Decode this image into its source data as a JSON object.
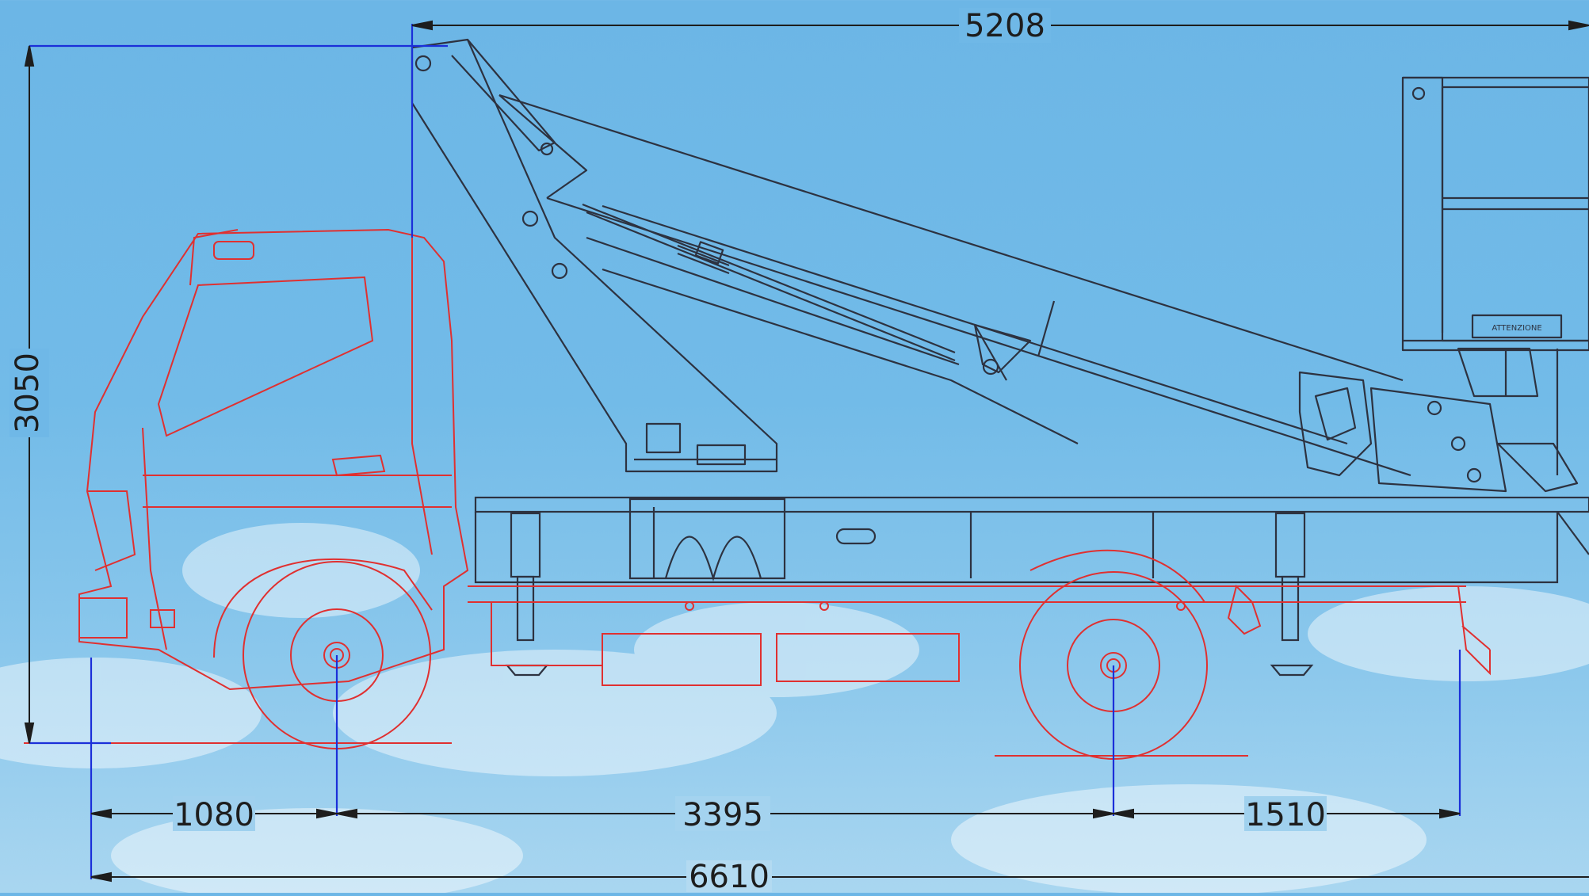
{
  "dimensions": {
    "overall_length": "6610",
    "front_overhang": "1080",
    "wheelbase": "3395",
    "rear_overhang": "1510",
    "overall_height": "3050",
    "boom_reach": "5208"
  },
  "basket_label": "ATTENZIONE",
  "colors": {
    "sky": "#6cb6e6",
    "truck_chassis": "#e03030",
    "boom_outline": "#2d3240",
    "dimension_line": "#1d1d1d",
    "guide_line": "#1b2fd9"
  }
}
